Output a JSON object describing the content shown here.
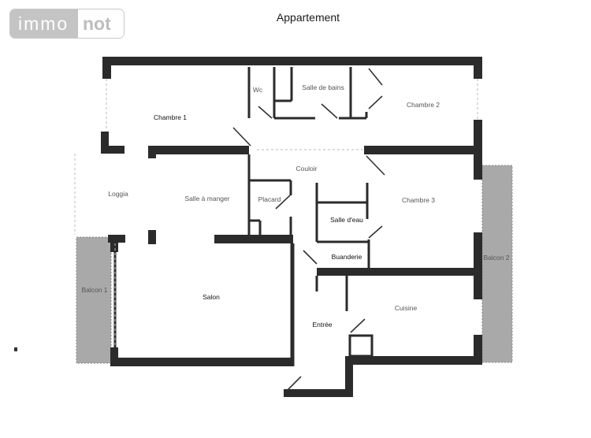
{
  "logo": {
    "part1": "immo",
    "part2": "not"
  },
  "title": "Appartement",
  "colors": {
    "wall": "#2b2b2b",
    "balcony": "#a9a9a9",
    "background": "#ffffff"
  },
  "rooms": [
    {
      "id": "chambre1",
      "label": "Chambre 1"
    },
    {
      "id": "wc",
      "label": "Wc"
    },
    {
      "id": "salle_de_bains",
      "label": "Salle de bains"
    },
    {
      "id": "chambre2",
      "label": "Chambre 2"
    },
    {
      "id": "loggia",
      "label": "Loggia"
    },
    {
      "id": "salle_a_manger",
      "label": "Salle à manger"
    },
    {
      "id": "placard",
      "label": "Placard"
    },
    {
      "id": "couloir",
      "label": "Couloir"
    },
    {
      "id": "salle_d_eau",
      "label": "Salle d'eau"
    },
    {
      "id": "chambre3",
      "label": "Chambre 3"
    },
    {
      "id": "buanderie",
      "label": "Buanderie"
    },
    {
      "id": "balcon2",
      "label": "Balcon 2"
    },
    {
      "id": "balcon1",
      "label": "Balcon 1"
    },
    {
      "id": "salon",
      "label": "Salon"
    },
    {
      "id": "cuisine",
      "label": "Cuisine"
    },
    {
      "id": "entree",
      "label": "Entrée"
    }
  ]
}
